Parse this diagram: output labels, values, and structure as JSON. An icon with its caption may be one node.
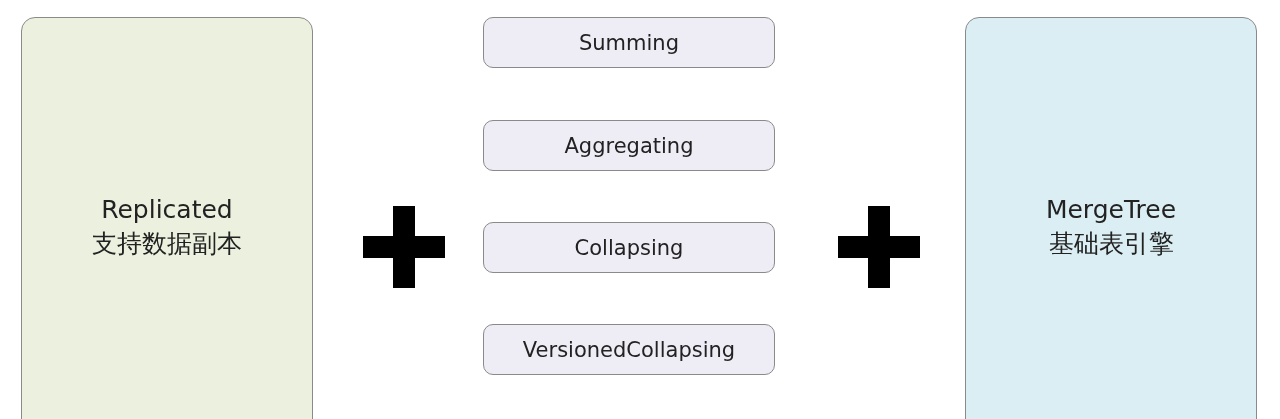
{
  "diagram": {
    "nodes": [
      {
        "text": [
          "Replicated",
          "支持数据副本"
        ]
      },
      {
        "text": [
          "Summing"
        ]
      },
      {
        "text": [
          "Aggregating"
        ]
      },
      {
        "text": [
          "Collapsing"
        ]
      },
      {
        "text": [
          "VersionedCollapsing"
        ]
      },
      {
        "text": [
          "MergeTree",
          "基础表引擎"
        ]
      }
    ]
  }
}
